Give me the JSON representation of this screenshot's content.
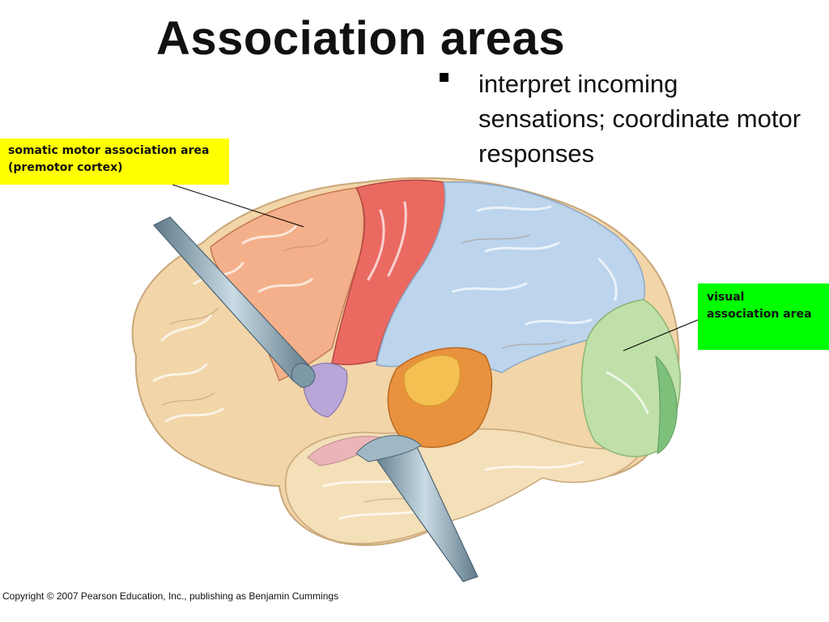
{
  "slide": {
    "title": "Association areas",
    "bullet": "interpret incoming sensations; coordinate motor responses",
    "copyright": "Copyright © 2007 Pearson Education, Inc., publishing as Benjamin Cummings"
  },
  "callouts": {
    "premotor": {
      "line1": "somatic motor association area",
      "line2": "(premotor cortex)",
      "color": "#ffff00"
    },
    "visual": {
      "line1": "visual",
      "line2": "association area",
      "color": "#00ff00"
    }
  },
  "brain_regions": {
    "frontal": "#f2d5a8",
    "premotor": "#f4b08a",
    "primary_motor": "#ea6a62",
    "sensory": "#bcd4ec",
    "visual": "#bfe0a8",
    "auditory": "#e8923e",
    "insula": "#b8a6d8",
    "temporal": "#f3dfb8"
  }
}
